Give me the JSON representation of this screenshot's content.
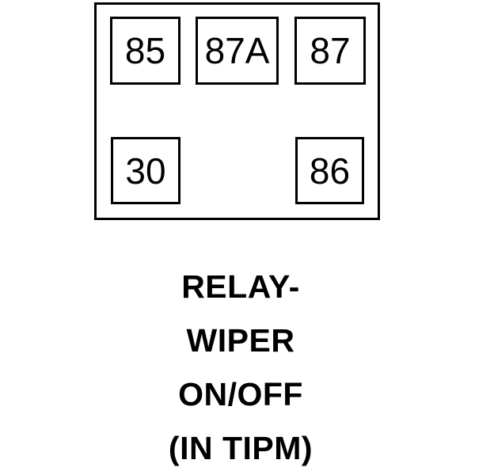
{
  "diagram": {
    "type": "relay-pinout",
    "colors": {
      "line": "#000000",
      "background": "#ffffff"
    },
    "relay": {
      "pins": [
        {
          "id": "pin-85",
          "label": "85"
        },
        {
          "id": "pin-87a",
          "label": "87A"
        },
        {
          "id": "pin-87",
          "label": "87"
        },
        {
          "id": "pin-30",
          "label": "30"
        },
        {
          "id": "pin-86",
          "label": "86"
        }
      ]
    },
    "caption": {
      "lines": [
        "RELAY-",
        "WIPER",
        "ON/OFF",
        "(IN TIPM)"
      ]
    }
  }
}
